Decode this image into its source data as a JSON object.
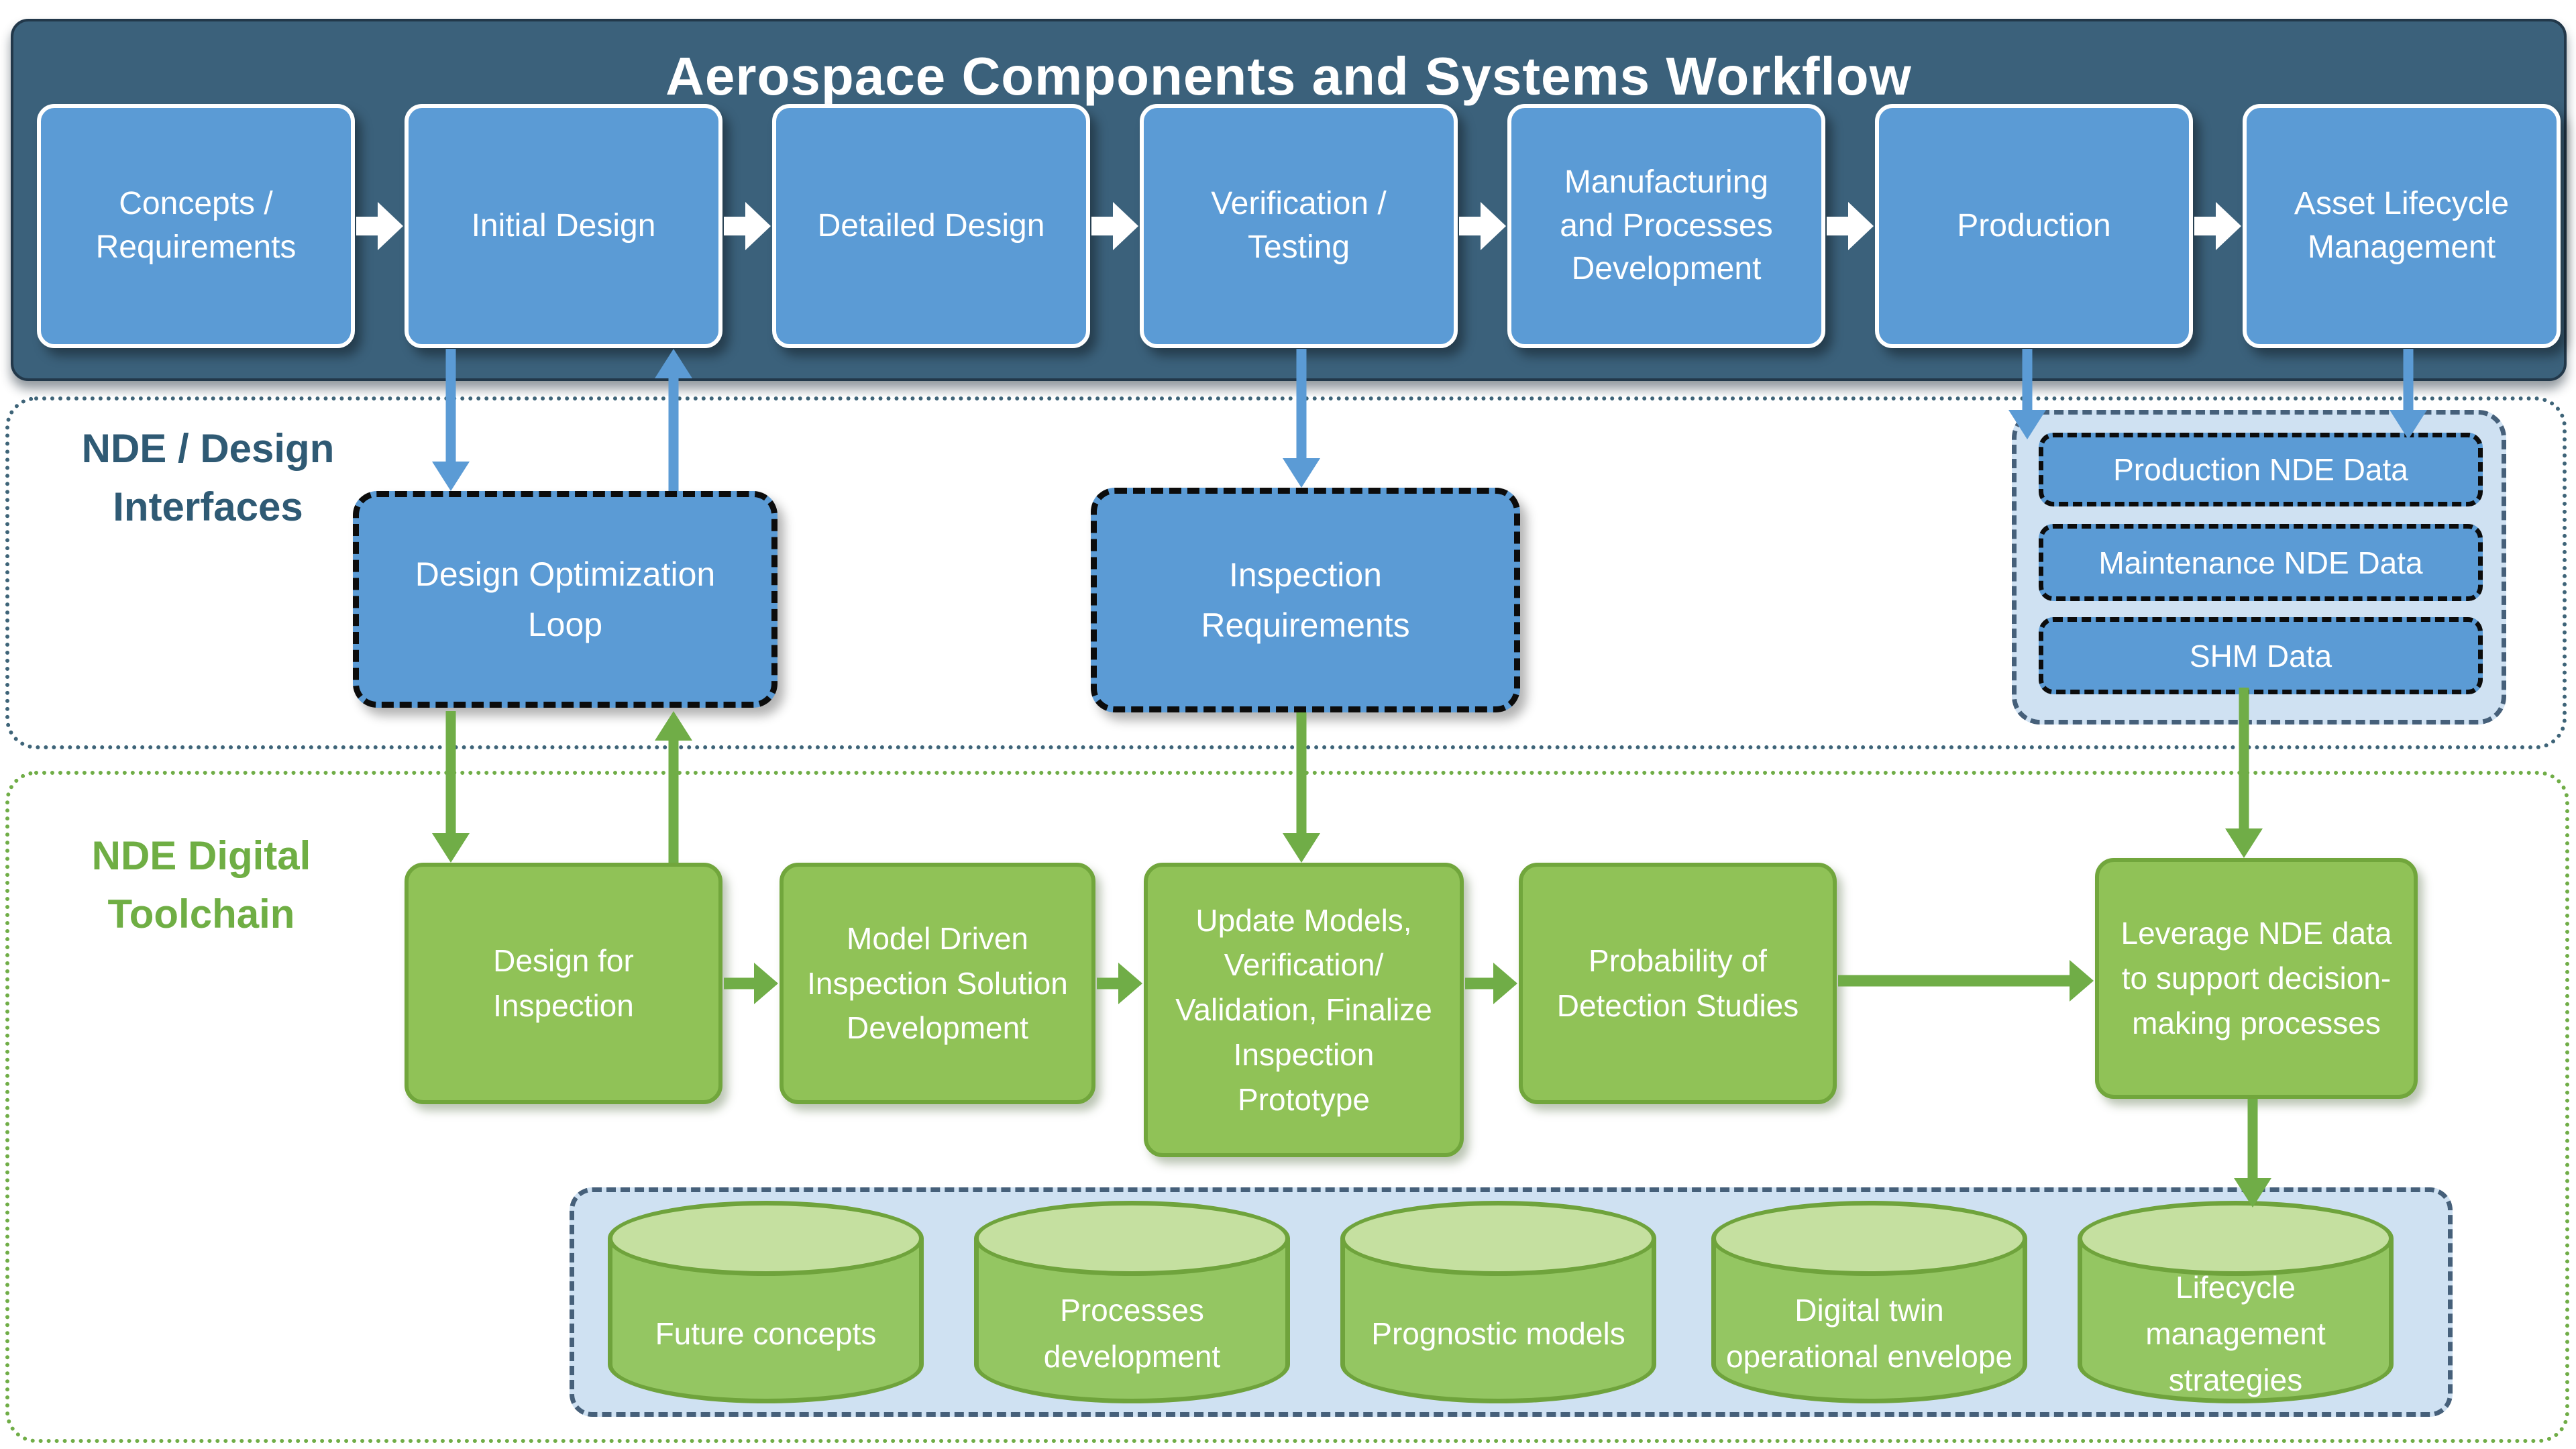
{
  "title": "Aerospace Components and Systems Workflow",
  "workflow": {
    "steps": [
      "Concepts / Requirements",
      "Initial Design",
      "Detailed Design",
      "Verification / Testing",
      "Manufacturing and Processes Development",
      "Production",
      "Asset Lifecycle Management"
    ]
  },
  "interfaces": {
    "label": "NDE / Design Interfaces",
    "design_optimization_loop": "Design Optimization Loop",
    "inspection_requirements": "Inspection Requirements",
    "nde_data_stores": [
      "Production NDE Data",
      "Maintenance NDE Data",
      "SHM Data"
    ]
  },
  "toolchain": {
    "label": "NDE Digital Toolchain",
    "steps": [
      "Design for Inspection",
      "Model Driven Inspection Solution Development",
      "Update Models, Verification/ Validation, Finalize Inspection Prototype",
      "Probability of Detection Studies",
      "Leverage NDE data to support decision-making processes"
    ],
    "databases": [
      "Future concepts",
      "Processes development",
      "Prognostic models",
      "Digital twin operational envelope",
      "Lifecycle management strategies"
    ]
  },
  "colors": {
    "band": "#3B617B",
    "node_blue": "#5B9BD5",
    "light_blue_panel": "#CFE1F2",
    "green_fill": "#90C257",
    "green_border": "#71A63C",
    "green_accent": "#70AD47",
    "slate_dash": "#46607A",
    "label_blue": "#2F5A74"
  }
}
